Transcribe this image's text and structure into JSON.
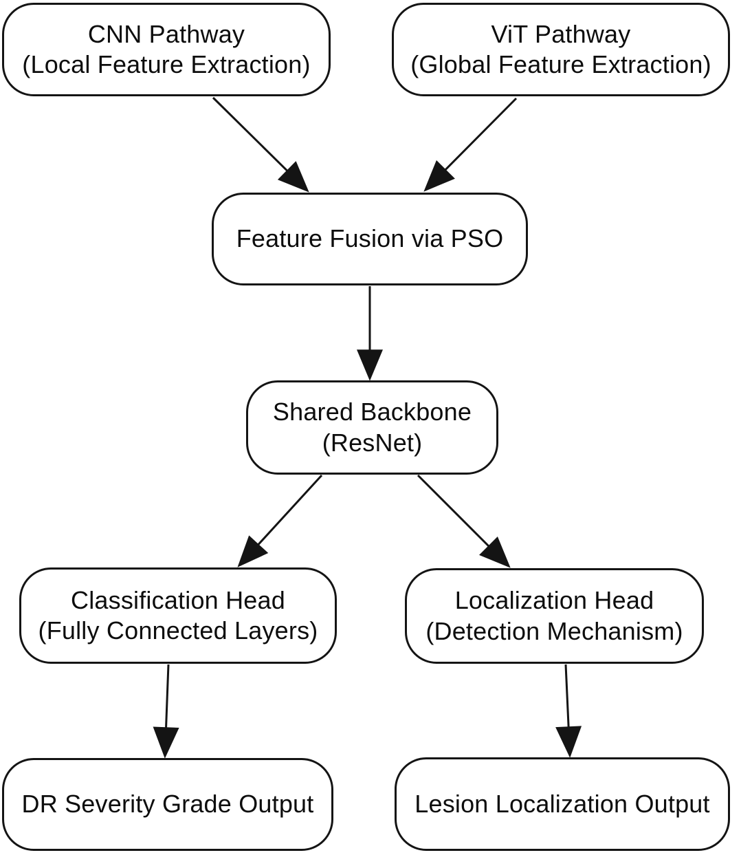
{
  "diagram": {
    "background_color": "#ffffff",
    "stroke_color": "#141414",
    "text_color": "#0d0d0d",
    "nodes": {
      "cnn": {
        "lines": [
          "CNN Pathway",
          "(Local Feature Extraction)"
        ]
      },
      "vit": {
        "lines": [
          "ViT Pathway",
          "(Global Feature Extraction)"
        ]
      },
      "fusion": {
        "lines": [
          "Feature Fusion via PSO"
        ]
      },
      "backbone": {
        "lines": [
          "Shared Backbone",
          "(ResNet)"
        ]
      },
      "classification": {
        "lines": [
          "Classification Head",
          "(Fully Connected Layers)"
        ]
      },
      "localization": {
        "lines": [
          "Localization Head",
          "(Detection Mechanism)"
        ]
      },
      "dr_output": {
        "lines": [
          "DR Severity Grade Output"
        ]
      },
      "lesion_output": {
        "lines": [
          "Lesion Localization Output"
        ]
      }
    },
    "edges": [
      {
        "from": "CNN Pathway (Local Feature Extraction)",
        "to": "Feature Fusion via PSO"
      },
      {
        "from": "ViT Pathway (Global Feature Extraction)",
        "to": "Feature Fusion via PSO"
      },
      {
        "from": "Feature Fusion via PSO",
        "to": "Shared Backbone (ResNet)"
      },
      {
        "from": "Shared Backbone (ResNet)",
        "to": "Classification Head (Fully Connected Layers)"
      },
      {
        "from": "Shared Backbone (ResNet)",
        "to": "Localization Head (Detection Mechanism)"
      },
      {
        "from": "Classification Head (Fully Connected Layers)",
        "to": "DR Severity Grade Output"
      },
      {
        "from": "Localization Head (Detection Mechanism)",
        "to": "Lesion Localization Output"
      }
    ]
  }
}
